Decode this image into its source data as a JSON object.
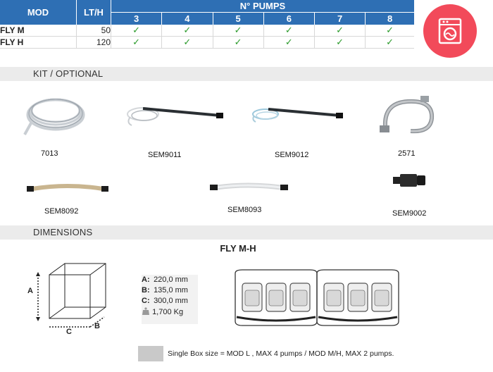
{
  "table": {
    "header": {
      "mod": "MOD",
      "lt": "LT/H",
      "pumps": "N° PUMPS",
      "pump_counts": [
        "3",
        "4",
        "5",
        "6",
        "7",
        "8"
      ]
    },
    "rows": [
      {
        "model": "FLY M",
        "lt": "50",
        "checks": [
          "✓",
          "✓",
          "✓",
          "✓",
          "✓",
          "✓"
        ]
      },
      {
        "model": "FLY H",
        "lt": "120",
        "checks": [
          "✓",
          "✓",
          "✓",
          "✓",
          "✓",
          "✓"
        ]
      }
    ]
  },
  "badge": {
    "icon": "washing-machine-icon",
    "color": "#f24a5a"
  },
  "sections": {
    "kit": "KIT / OPTIONAL",
    "dimensions": "DIMENSIONS"
  },
  "accessories": [
    {
      "code": "7013",
      "icon": "coiled-tube"
    },
    {
      "code": "SEM9011",
      "icon": "suction-lance"
    },
    {
      "code": "SEM9012",
      "icon": "suction-lance-clear"
    },
    {
      "code": "2571",
      "icon": "drain-hose"
    },
    {
      "code": "SEM8092",
      "icon": "peristaltic-tube"
    },
    {
      "code": "SEM8093",
      "icon": "peristaltic-tube-clear"
    },
    {
      "code": "SEM9002",
      "icon": "connector"
    }
  ],
  "dimensions": {
    "box_labels": {
      "a": "A",
      "b": "B",
      "c": "C"
    },
    "a": {
      "label": "A:",
      "value": "220,0 mm"
    },
    "b": {
      "label": "B:",
      "value": "135,0 mm"
    },
    "c": {
      "label": "C:",
      "value": "300,0 mm"
    },
    "weight": {
      "icon": "kg-weight-icon",
      "value": "1,700 Kg"
    },
    "product_title": "FLY M-H"
  },
  "legend": "Single Box size = MOD L , MAX 4 pumps / MOD M/H, MAX 2 pumps."
}
